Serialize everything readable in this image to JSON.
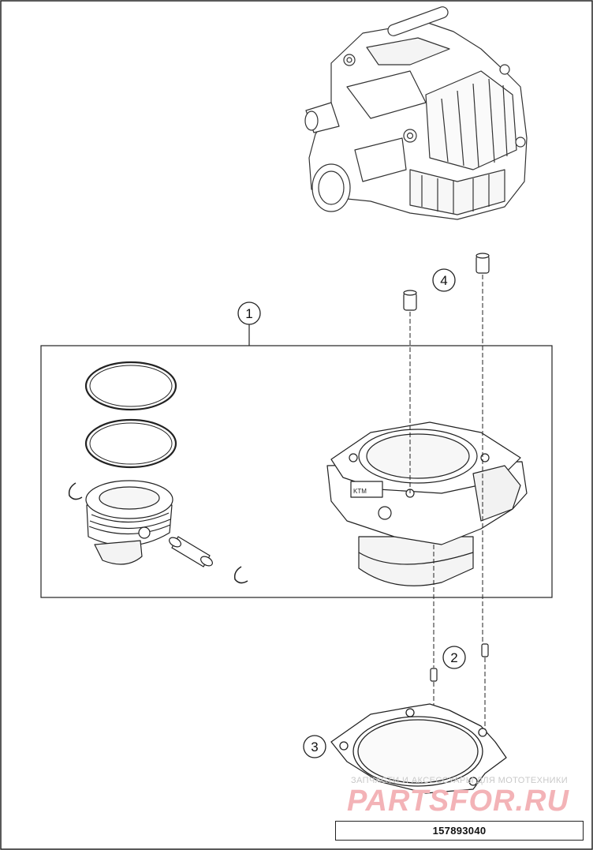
{
  "callouts": [
    {
      "id": "1",
      "label": "1"
    },
    {
      "id": "2",
      "label": "2"
    },
    {
      "id": "3",
      "label": "3"
    },
    {
      "id": "4",
      "label": "4"
    }
  ],
  "part_number": "157893040",
  "watermark": {
    "top_text": "ЗАПЧАСТИ И АКСЕССУАРЫ ДЛЯ МОТОТЕХНИКИ",
    "brand": "PARTSFOR.RU"
  },
  "colors": {
    "line": "#222222",
    "watermark_red": "#f3b3b7",
    "watermark_gray": "#c9c9c9"
  }
}
